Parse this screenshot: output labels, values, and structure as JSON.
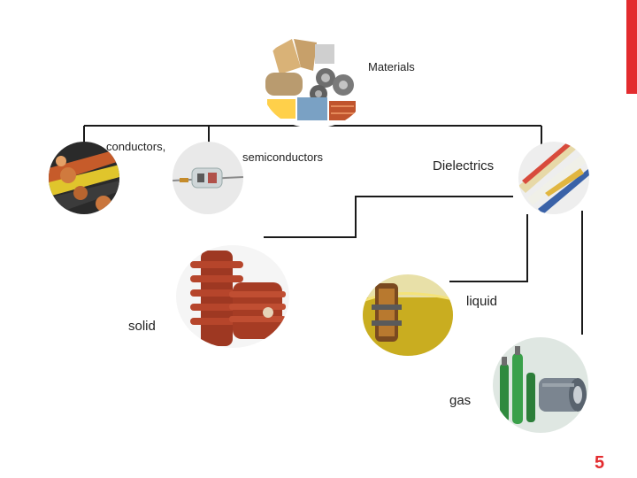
{
  "colors": {
    "accent": "#e32b2e",
    "line": "#1a1a1a",
    "text": "#222222"
  },
  "root": {
    "label": "Materials",
    "icon": "materials-collage-icon"
  },
  "categories": [
    {
      "label": "conductors,",
      "icon": "copper-cables-icon"
    },
    {
      "label": "semiconductors",
      "icon": "diode-icon"
    },
    {
      "label": "Dielectrics",
      "icon": "insulating-tubes-icon"
    }
  ],
  "dielectric_types": [
    {
      "label": "solid",
      "icon": "porcelain-insulators-icon"
    },
    {
      "label": "liquid",
      "icon": "transformer-oil-icon"
    },
    {
      "label": "gas",
      "icon": "gas-cylinders-icon"
    }
  ],
  "slide": {
    "page_number": "5"
  }
}
